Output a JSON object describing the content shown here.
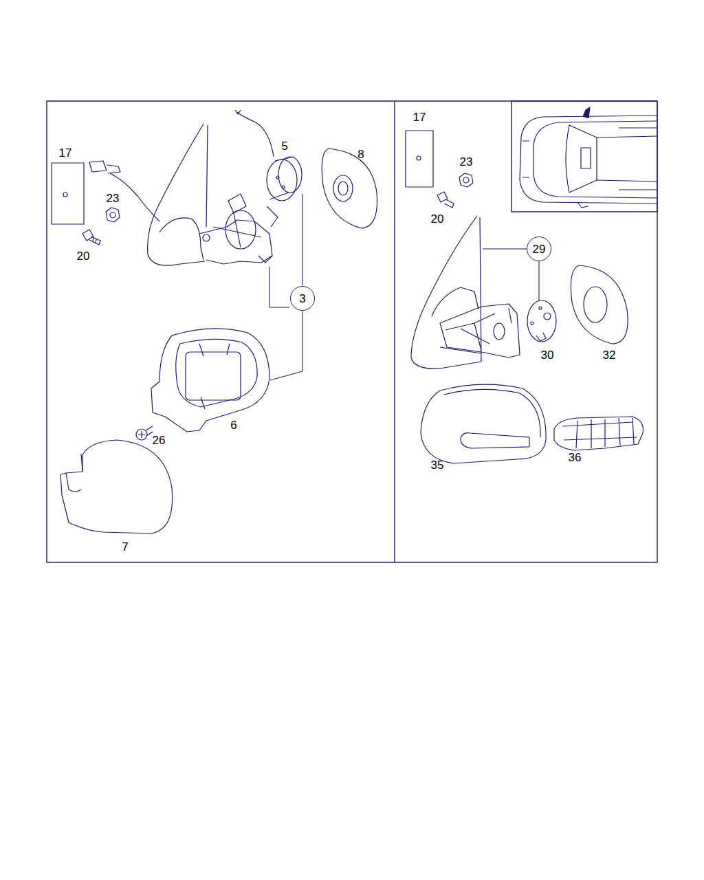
{
  "diagram": {
    "nodes": [
      {
        "text": [
          "3"
        ]
      },
      {
        "text": [
          "29"
        ]
      }
    ],
    "labels": [
      "17",
      "5",
      "8",
      "23",
      "20",
      "6",
      "26",
      "7",
      "17",
      "23",
      "20",
      "30",
      "32",
      "35",
      "36"
    ]
  }
}
